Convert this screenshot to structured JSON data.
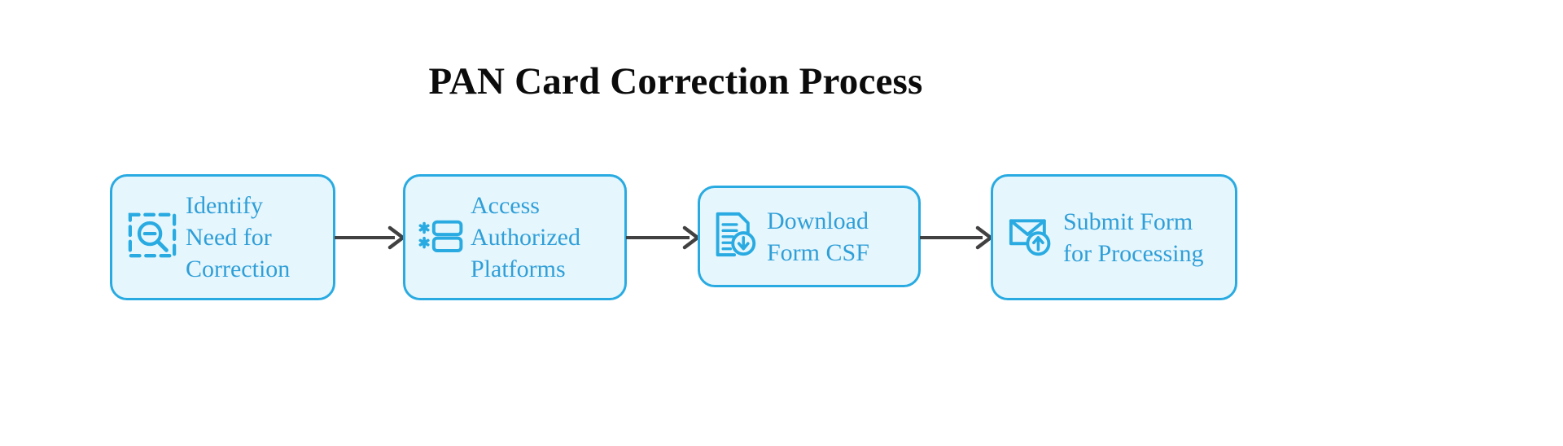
{
  "diagram": {
    "title": "PAN Card Correction Process",
    "type": "horizontal-process-flow",
    "colors": {
      "node_fill": "#e6f6fd",
      "node_border": "#29abe2",
      "node_text": "#2f9fd8",
      "icon": "#29abe2",
      "arrow": "#414141",
      "title_text": "#0b0b0b",
      "background": "#ffffff"
    },
    "nodes": [
      {
        "id": "identify-need",
        "label": "Identify\nNeed for\nCorrection",
        "label_lines": [
          "Identify",
          "Need for",
          "Correction"
        ],
        "icon": "zoom-out-scan-icon"
      },
      {
        "id": "access-platforms",
        "label": "Access\nAuthorized\nPlatforms",
        "label_lines": [
          "Access",
          "Authorized",
          "Platforms"
        ],
        "icon": "asterisk-list-icon"
      },
      {
        "id": "download-form",
        "label": "Download\nForm CSF",
        "label_lines": [
          "Download",
          "Form CSF"
        ],
        "icon": "document-download-icon"
      },
      {
        "id": "submit-form",
        "label": "Submit Form\nfor Processing",
        "label_lines": [
          "Submit Form",
          "for Processing"
        ],
        "icon": "envelope-upload-icon"
      }
    ],
    "connectors": [
      {
        "id": "arrow-1",
        "from": "identify-need",
        "to": "access-platforms",
        "icon": "arrow-right-icon"
      },
      {
        "id": "arrow-2",
        "from": "access-platforms",
        "to": "download-form",
        "icon": "arrow-right-icon"
      },
      {
        "id": "arrow-3",
        "from": "download-form",
        "to": "submit-form",
        "icon": "arrow-right-icon"
      }
    ]
  }
}
